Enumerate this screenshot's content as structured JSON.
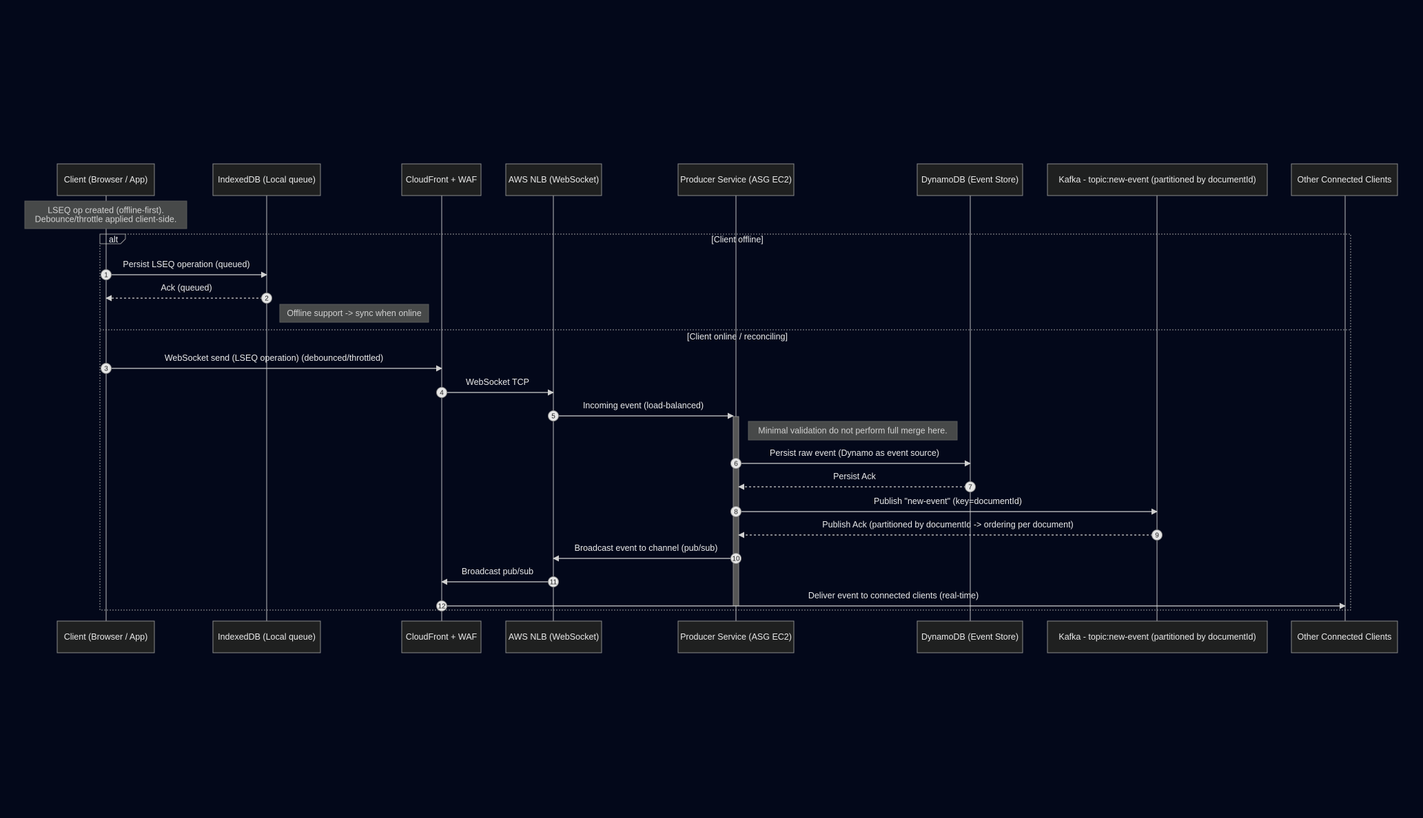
{
  "participants": [
    "Client (Browser / App)",
    "IndexedDB (Local queue)",
    "CloudFront + WAF",
    "AWS NLB (WebSocket)",
    "Producer Service (ASG EC2)",
    "DynamoDB (Event Store)",
    "Kafka - topic:new-event (partitioned by documentId)",
    "Other Connected Clients"
  ],
  "notes": [
    {
      "lines": [
        "LSEQ op created (offline-first).",
        "Debounce/throttle applied client-side."
      ]
    },
    {
      "lines": [
        "Offline support -> sync when online"
      ]
    },
    {
      "lines": [
        "Minimal validation do not perform full merge here."
      ]
    }
  ],
  "alt": {
    "label": "alt",
    "sections": [
      "[Client offline]",
      "[Client online / reconciling]"
    ]
  },
  "messages": [
    {
      "n": "1",
      "from": 0,
      "to": 1,
      "text": "Persist LSEQ operation (queued)",
      "dashed": false
    },
    {
      "n": "2",
      "from": 1,
      "to": 0,
      "text": "Ack (queued)",
      "dashed": true
    },
    {
      "n": "3",
      "from": 0,
      "to": 2,
      "text": "WebSocket send (LSEQ operation) (debounced/throttled)",
      "dashed": false
    },
    {
      "n": "4",
      "from": 2,
      "to": 3,
      "text": "WebSocket TCP",
      "dashed": false
    },
    {
      "n": "5",
      "from": 3,
      "to": 4,
      "text": "Incoming event (load-balanced)",
      "dashed": false
    },
    {
      "n": "6",
      "from": 4,
      "to": 5,
      "text": "Persist raw event (Dynamo as event source)",
      "dashed": false
    },
    {
      "n": "7",
      "from": 5,
      "to": 4,
      "text": "Persist Ack",
      "dashed": true
    },
    {
      "n": "8",
      "from": 4,
      "to": 6,
      "text": "Publish \"new-event\" (key=documentId)",
      "dashed": false
    },
    {
      "n": "9",
      "from": 6,
      "to": 4,
      "text": "Publish Ack (partitioned by documentId -> ordering per document)",
      "dashed": true
    },
    {
      "n": "10",
      "from": 4,
      "to": 3,
      "text": "Broadcast event to channel (pub/sub)",
      "dashed": false
    },
    {
      "n": "11",
      "from": 3,
      "to": 2,
      "text": "Broadcast pub/sub",
      "dashed": false
    },
    {
      "n": "12",
      "from": 2,
      "to": 7,
      "text": "Deliver event to connected clients (real-time)",
      "dashed": false
    }
  ]
}
